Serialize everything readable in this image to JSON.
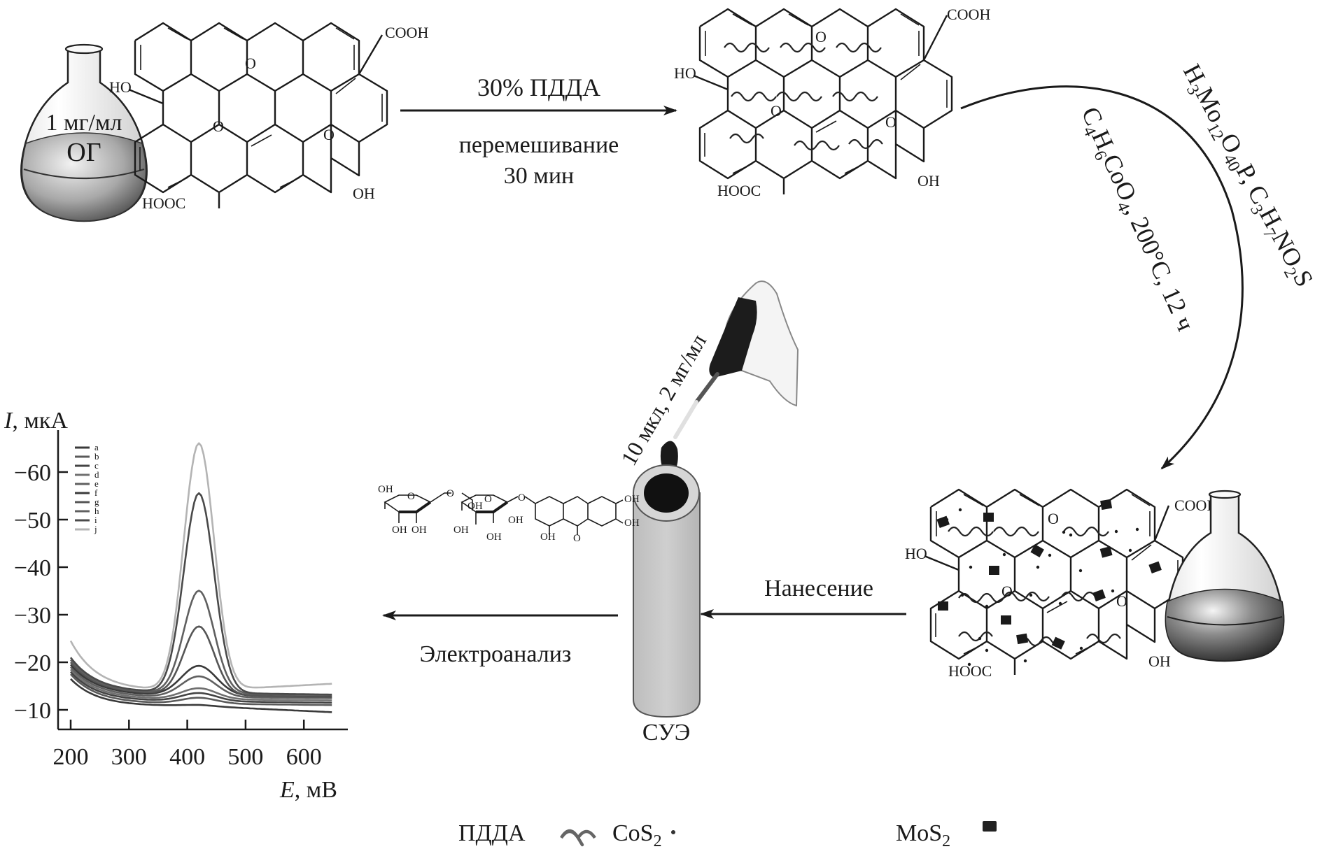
{
  "figure": {
    "step1": {
      "flask_label_line1": "1 мг/мл",
      "flask_label_line2": "ОГ",
      "structure_groups": [
        "COOH",
        "HO",
        "O",
        "O",
        "O",
        "HOOC",
        "OH"
      ]
    },
    "arrow1": {
      "label_top": "30% ПДДА",
      "label_bottom_line1": "перемешивание",
      "label_bottom_line2": "30 мин"
    },
    "step2": {
      "structure_groups": [
        "COOH",
        "HO",
        "O",
        "O",
        "O",
        "HOOC",
        "OH"
      ]
    },
    "curved_arrow": {
      "outer_label": {
        "parts": [
          {
            "t": "H"
          },
          {
            "t": "3",
            "sub": true
          },
          {
            "t": "Mo"
          },
          {
            "t": "12",
            "sub": true
          },
          {
            "t": "O"
          },
          {
            "t": "40",
            "sub": true
          },
          {
            "t": "P, C"
          },
          {
            "t": "3",
            "sub": true
          },
          {
            "t": "H"
          },
          {
            "t": "7",
            "sub": true
          },
          {
            "t": "NO"
          },
          {
            "t": "2",
            "sub": true
          },
          {
            "t": "S"
          }
        ]
      },
      "inner_label": {
        "parts": [
          {
            "t": "C"
          },
          {
            "t": "4",
            "sub": true
          },
          {
            "t": "H"
          },
          {
            "t": "6",
            "sub": true
          },
          {
            "t": "CoO"
          },
          {
            "t": "4",
            "sub": true
          },
          {
            "t": ", 200°C, 12 ч"
          }
        ]
      }
    },
    "step3": {
      "structure_groups": [
        "COOH",
        "HO",
        "O",
        "O",
        "O",
        "HOOC",
        "OH"
      ]
    },
    "arrow_deposit": {
      "label": "Нанесение"
    },
    "pipette": {
      "label": "10 мкл, 2 мг/мл"
    },
    "electrode": {
      "label": "СУЭ"
    },
    "arrow_analysis": {
      "label": "Электроанализ"
    },
    "analyte_molecule": {
      "groups": [
        "OH",
        "O",
        "O",
        "OH",
        "OH",
        "OH",
        "OH",
        "OH",
        "OH",
        "O",
        "O",
        "OH",
        "OH",
        "OH",
        "O"
      ]
    },
    "legend": {
      "items": [
        {
          "label": "ПДДА",
          "symbol": "wave"
        },
        {
          "label": "CoS",
          "sub": "2",
          "symbol": "dot"
        },
        {
          "label": "MoS",
          "sub": "2",
          "symbol": "square"
        }
      ]
    }
  },
  "chart_data": {
    "type": "line",
    "title": "",
    "xlabel": "E, мВ",
    "xlabel_var": "E",
    "xlabel_unit": ", мВ",
    "ylabel": "I, мкА",
    "ylabel_var": "I",
    "ylabel_unit": ", мкА",
    "xlim": [
      190,
      670
    ],
    "ylim": [
      -5,
      -70
    ],
    "x_ticks": [
      200,
      300,
      400,
      500,
      600
    ],
    "x_tick_labels": [
      "200",
      "300",
      "400",
      "500",
      "600"
    ],
    "y_ticks": [
      -10,
      -20,
      -30,
      -40,
      -50,
      -60
    ],
    "y_tick_labels": [
      "−10",
      "−20",
      "−30",
      "−40",
      "−50",
      "−60"
    ],
    "grid": false,
    "legend_position": "top-left",
    "peak_position_mV": 420,
    "series": [
      {
        "name": "a",
        "color": "#3a3a3a",
        "start": -16.5,
        "baseline_mid": -10.8,
        "peak": -11.0,
        "tail": -9.5
      },
      {
        "name": "b",
        "color": "#5a5a5a",
        "start": -17.5,
        "baseline_mid": -11.3,
        "peak": -12.5,
        "tail": -11.0
      },
      {
        "name": "c",
        "color": "#444444",
        "start": -18.0,
        "baseline_mid": -11.8,
        "peak": -13.5,
        "tail": -11.5
      },
      {
        "name": "d",
        "color": "#707070",
        "start": -18.5,
        "baseline_mid": -12.2,
        "peak": -14.5,
        "tail": -12.0
      },
      {
        "name": "e",
        "color": "#606060",
        "start": -19.0,
        "baseline_mid": -12.6,
        "peak": -17.0,
        "tail": -12.5
      },
      {
        "name": "f",
        "color": "#3a3a3a",
        "start": -19.5,
        "baseline_mid": -13.0,
        "peak": -19.2,
        "tail": -12.8
      },
      {
        "name": "g",
        "color": "#555555",
        "start": -20.0,
        "baseline_mid": -13.3,
        "peak": -27.5,
        "tail": -12.5
      },
      {
        "name": "h",
        "color": "#606060",
        "start": -20.5,
        "baseline_mid": -13.5,
        "peak": -35.0,
        "tail": -13.0
      },
      {
        "name": "i",
        "color": "#4a4a4a",
        "start": -21.0,
        "baseline_mid": -13.6,
        "peak": -55.5,
        "tail": -13.2
      },
      {
        "name": "j",
        "color": "#b4b4b4",
        "start": -24.5,
        "baseline_mid": -14.0,
        "peak": -66.0,
        "tail": -15.5
      }
    ]
  }
}
